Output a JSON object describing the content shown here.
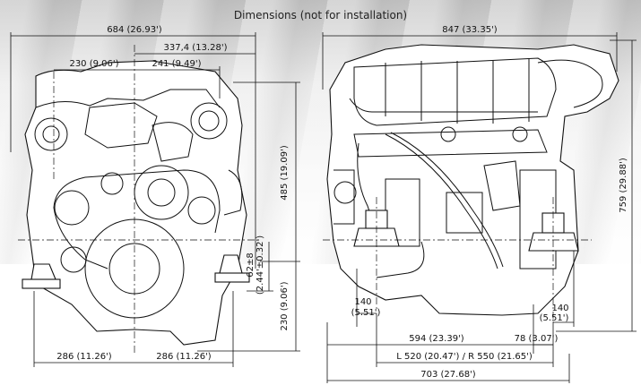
{
  "title": "Dimensions (not for installation)",
  "front_view": {
    "overall_width": "684 (26.93')",
    "right_half": "337,4 (13.28')",
    "left_offset": "230 (9.06')",
    "right_offset": "241 (9.49')",
    "height_upper": "485 (19.09')",
    "mount_adjust": "62±8",
    "mount_adjust_in": "(2.44'±0.32')",
    "height_lower": "230 (9.06')",
    "mount_left": "286 (11.26')",
    "mount_right": "286 (11.26')"
  },
  "side_view": {
    "overall_length": "847 (33.35')",
    "overall_height": "759 (29.88')",
    "front_mount_offset": "140",
    "front_mount_offset_in": "(5.51')",
    "rear_mount_offset": "140",
    "rear_mount_offset_in": "(5.51')",
    "mount_to_flywheel": "594 (23.39')",
    "rear_step": "78 (3.07')",
    "mount_spacing": "L 520 (20.47') / R 550 (21.65')",
    "total_length": "703 (27.68')"
  }
}
